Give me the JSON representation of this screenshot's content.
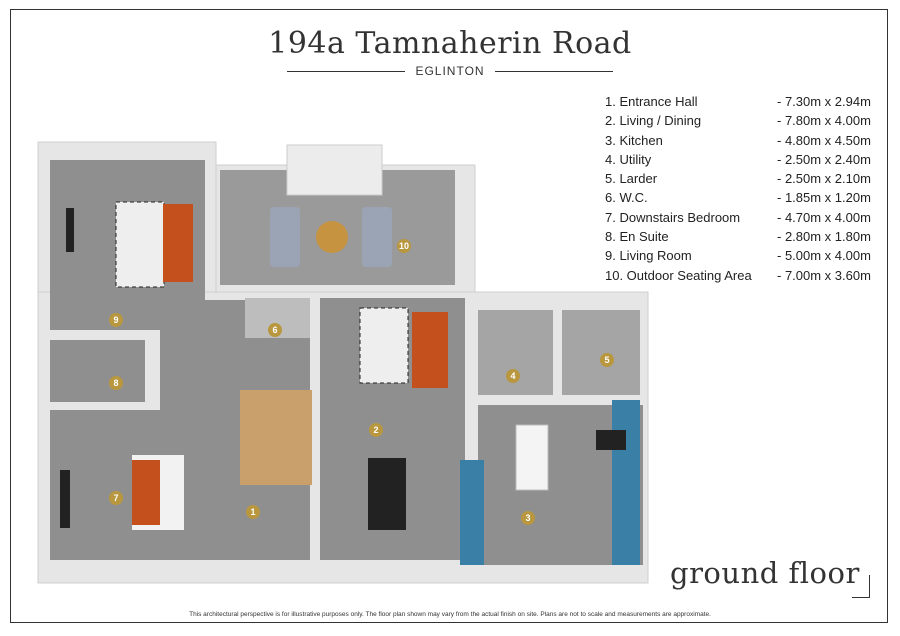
{
  "header": {
    "title": "194a Tamnaherin Road",
    "subtitle": "EGLINTON"
  },
  "rooms": [
    {
      "label": "1. Entrance Hall",
      "dims": "- 7.30m x 2.94m",
      "num": "1"
    },
    {
      "label": "2. Living / Dining",
      "dims": "- 7.80m x 4.00m",
      "num": "2"
    },
    {
      "label": "3. Kitchen",
      "dims": "- 4.80m x 4.50m",
      "num": "3"
    },
    {
      "label": "4. Utility",
      "dims": "- 2.50m x 2.40m",
      "num": "4"
    },
    {
      "label": "5. Larder",
      "dims": "- 2.50m x 2.10m",
      "num": "5"
    },
    {
      "label": "6. W.C.",
      "dims": "- 1.85m x 1.20m",
      "num": "6"
    },
    {
      "label": "7. Downstairs Bedroom",
      "dims": "- 4.70m x 4.00m",
      "num": "7"
    },
    {
      "label": "8. En Suite",
      "dims": "- 2.80m x 1.80m",
      "num": "8"
    },
    {
      "label": "9. Living Room",
      "dims": "- 5.00m x 4.00m",
      "num": "9"
    },
    {
      "label": "10. Outdoor Seating Area",
      "dims": "- 7.00m x 3.60m",
      "num": "10"
    }
  ],
  "floor_label": "ground floor",
  "disclaimer": "This architectural perspective is for illustrative purposes only. The floor plan shown may vary from the actual finish on site. Plans are not to scale and measurements are approximate.",
  "colors": {
    "floor": "#8f8f8f",
    "wall": "#e6e6e6",
    "outdoor": "#9a9a9a",
    "badge": "#b8973e",
    "sofa": "#c4501e",
    "cabinet": "#3a7fa6"
  }
}
